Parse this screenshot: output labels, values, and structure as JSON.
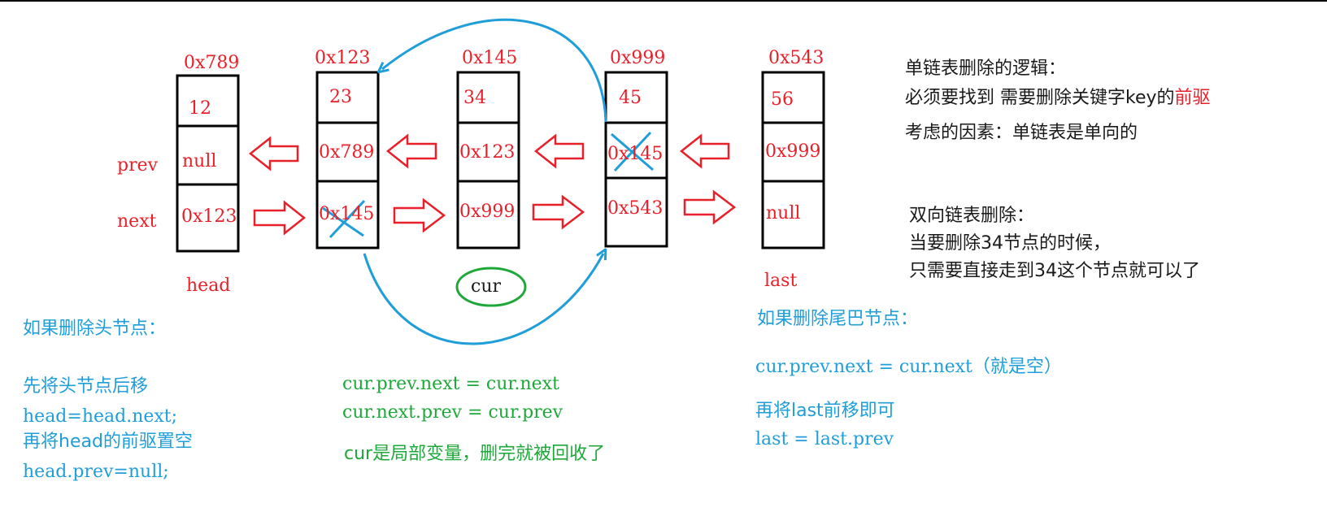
{
  "nodes": [
    {
      "addr": "0x789",
      "val": "12",
      "prev": "null",
      "next": "0x123",
      "label": "head"
    },
    {
      "addr": "0x123",
      "val": "23",
      "prev": "0x789",
      "next": "0x145",
      "label": ""
    },
    {
      "addr": "0x145",
      "val": "34",
      "prev": "0x123",
      "next": "0x999",
      "label": "cur"
    },
    {
      "addr": "0x999",
      "val": "45",
      "prev": "0x145",
      "next": "0x543",
      "label": ""
    },
    {
      "addr": "0x543",
      "val": "56",
      "prev": "0x999",
      "next": "null",
      "label": "last"
    }
  ],
  "field_labels": {
    "prev": "prev",
    "next": "next"
  },
  "single_list": {
    "title": "单链表删除的逻辑：",
    "line1_prefix": "必须要找到 需要删除关键字key的",
    "line1_highlight": "前驱",
    "line2": "考虑的因素：单链表是单向的"
  },
  "double_list": {
    "title": "双向链表删除：",
    "line1": "当要删除34节点的时候，",
    "line2": "只需要直接走到34这个节点就可以了"
  },
  "delete_head": {
    "title": "如果删除头节点：",
    "step1": "先将头节点后移",
    "code1": "head=head.next;",
    "step2": "再将head的前驱置空",
    "code2": "head.prev=null;"
  },
  "delete_middle": {
    "code1": "cur.prev.next = cur.next",
    "code2": "cur.next.prev = cur.prev",
    "note": "cur是局部变量，删完就被回收了"
  },
  "delete_tail": {
    "title": "如果删除尾巴节点：",
    "code1": "cur.prev.next = cur.next（就是空）",
    "step": "再将last前移即可",
    "code2": "last = last.prev"
  },
  "colors": {
    "red": "#e8202a",
    "blue": "#1f9ed9",
    "green": "#1fa83a",
    "black": "#1a1a1a"
  }
}
